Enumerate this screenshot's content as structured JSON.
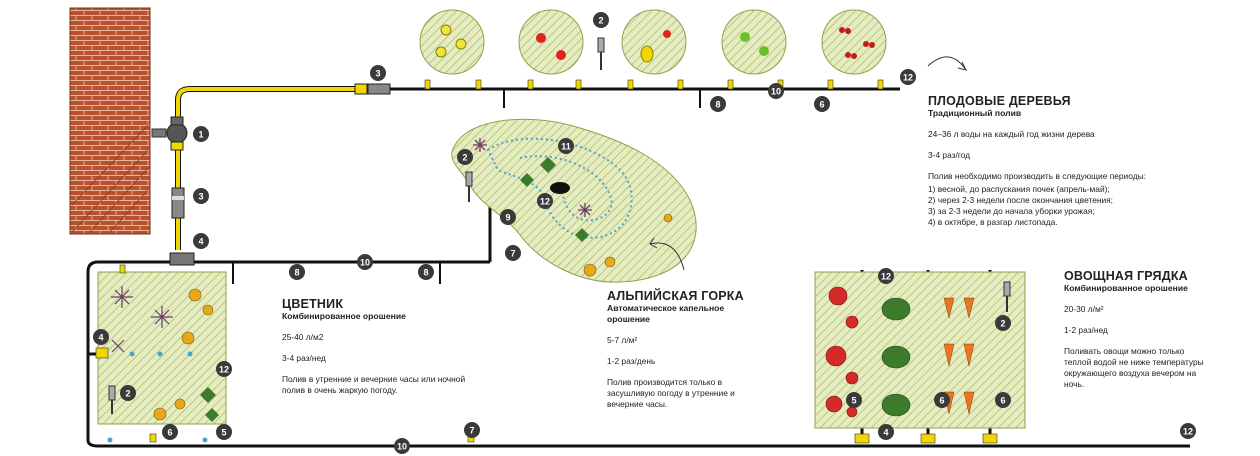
{
  "badges": {
    "controller": "1",
    "sensor": "2",
    "filter": "3",
    "tee": "4",
    "dripper_line": "5",
    "spray": "6",
    "valve": "7",
    "sprinkler": "8",
    "drip_small": "9",
    "pipe": "10",
    "drip_tape": "11",
    "end_plug": "12"
  },
  "sections": {
    "trees": {
      "title": "ПЛОДОВЫЕ ДЕРЕВЬЯ",
      "subtitle": "Традиционный полив",
      "amount": "24–36 л воды на каждый год жизни дерева",
      "frequency": "3-4 раз/год",
      "intro": "Полив необходимо производить в следующие периоды:",
      "periods": [
        "1) весной, до распускания почек (апрель-май);",
        "2) через 2-3 недели после окончания цветения;",
        "3) за 2-3 недели до начала уборки урожая;",
        "4) в октябре, в разгар листопада."
      ]
    },
    "flowerbed": {
      "title": "ЦВЕТНИК",
      "subtitle": "Комбинированное орошение",
      "amount": "25-40 л/м2",
      "frequency": "3-4 раз/нед",
      "note": "Полив в утренние и вечерние часы или ночной полив в очень жаркую погоду."
    },
    "rockery": {
      "title": "АЛЬПИЙСКАЯ ГОРКА",
      "subtitle": "Автоматическое капельное орошение",
      "amount": "5-7 л/м²",
      "frequency": "1-2 раз/день",
      "note": "Полив производится только в засушливую погоду в утренние и вечерние часы."
    },
    "vegetables": {
      "title": "ОВОЩНАЯ ГРЯДКА",
      "subtitle": "Комбинированное орошение",
      "amount": "20-30 л/м²",
      "frequency": "1-2 раз/нед",
      "note": "Поливать овощи можно только теплой водой не ниже температуры окружающего воздуха вечером на ночь."
    }
  },
  "colors": {
    "pipe": "#111111",
    "hose": "#f2d600",
    "brick": "#b8522e",
    "hatch": "#d7e0a4",
    "badge": "#3a3a3a"
  }
}
